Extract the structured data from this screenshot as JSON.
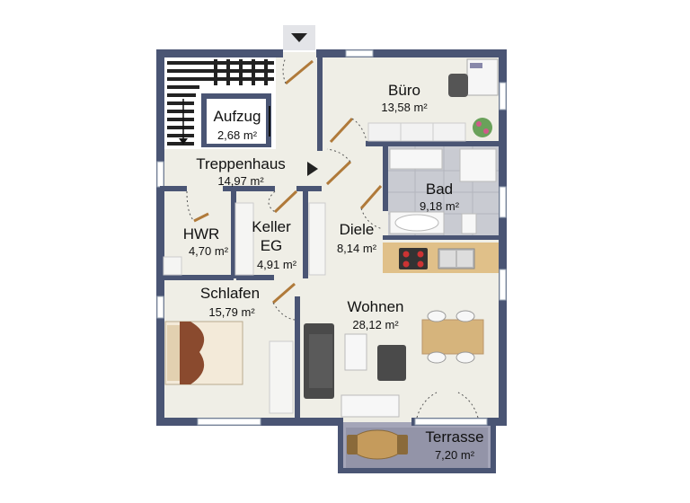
{
  "rooms": {
    "buero": {
      "name": "Büro",
      "area": "13,58 m²"
    },
    "aufzug": {
      "name": "Aufzug",
      "area": "2,68 m²"
    },
    "treppenhaus": {
      "name": "Treppenhaus",
      "area": "14,97 m²"
    },
    "bad": {
      "name": "Bad",
      "area": "9,18 m²"
    },
    "hwr": {
      "name": "HWR",
      "area": "4,70 m²"
    },
    "keller": {
      "name_line1": "Keller",
      "name_line2": "EG",
      "area": "4,91 m²"
    },
    "diele": {
      "name": "Diele",
      "area": "8,14 m²"
    },
    "schlafen": {
      "name": "Schlafen",
      "area": "15,79 m²"
    },
    "wohnen": {
      "name": "Wohnen",
      "area": "28,12 m²"
    },
    "terrasse": {
      "name": "Terrasse",
      "area": "7,20 m²"
    }
  },
  "colors": {
    "wall": "#4a5574",
    "floor": "#efeee6",
    "terrace": "#9a9bb0",
    "kitchen_counter": "#e0c089",
    "sofa": "#4a4a4a",
    "bed_frame": "#b9865a",
    "tile": "#c8cad0",
    "door": "#b07a3a"
  },
  "icons": [
    "down-triangle-icon",
    "right-triangle-icon",
    "plant-icon"
  ]
}
